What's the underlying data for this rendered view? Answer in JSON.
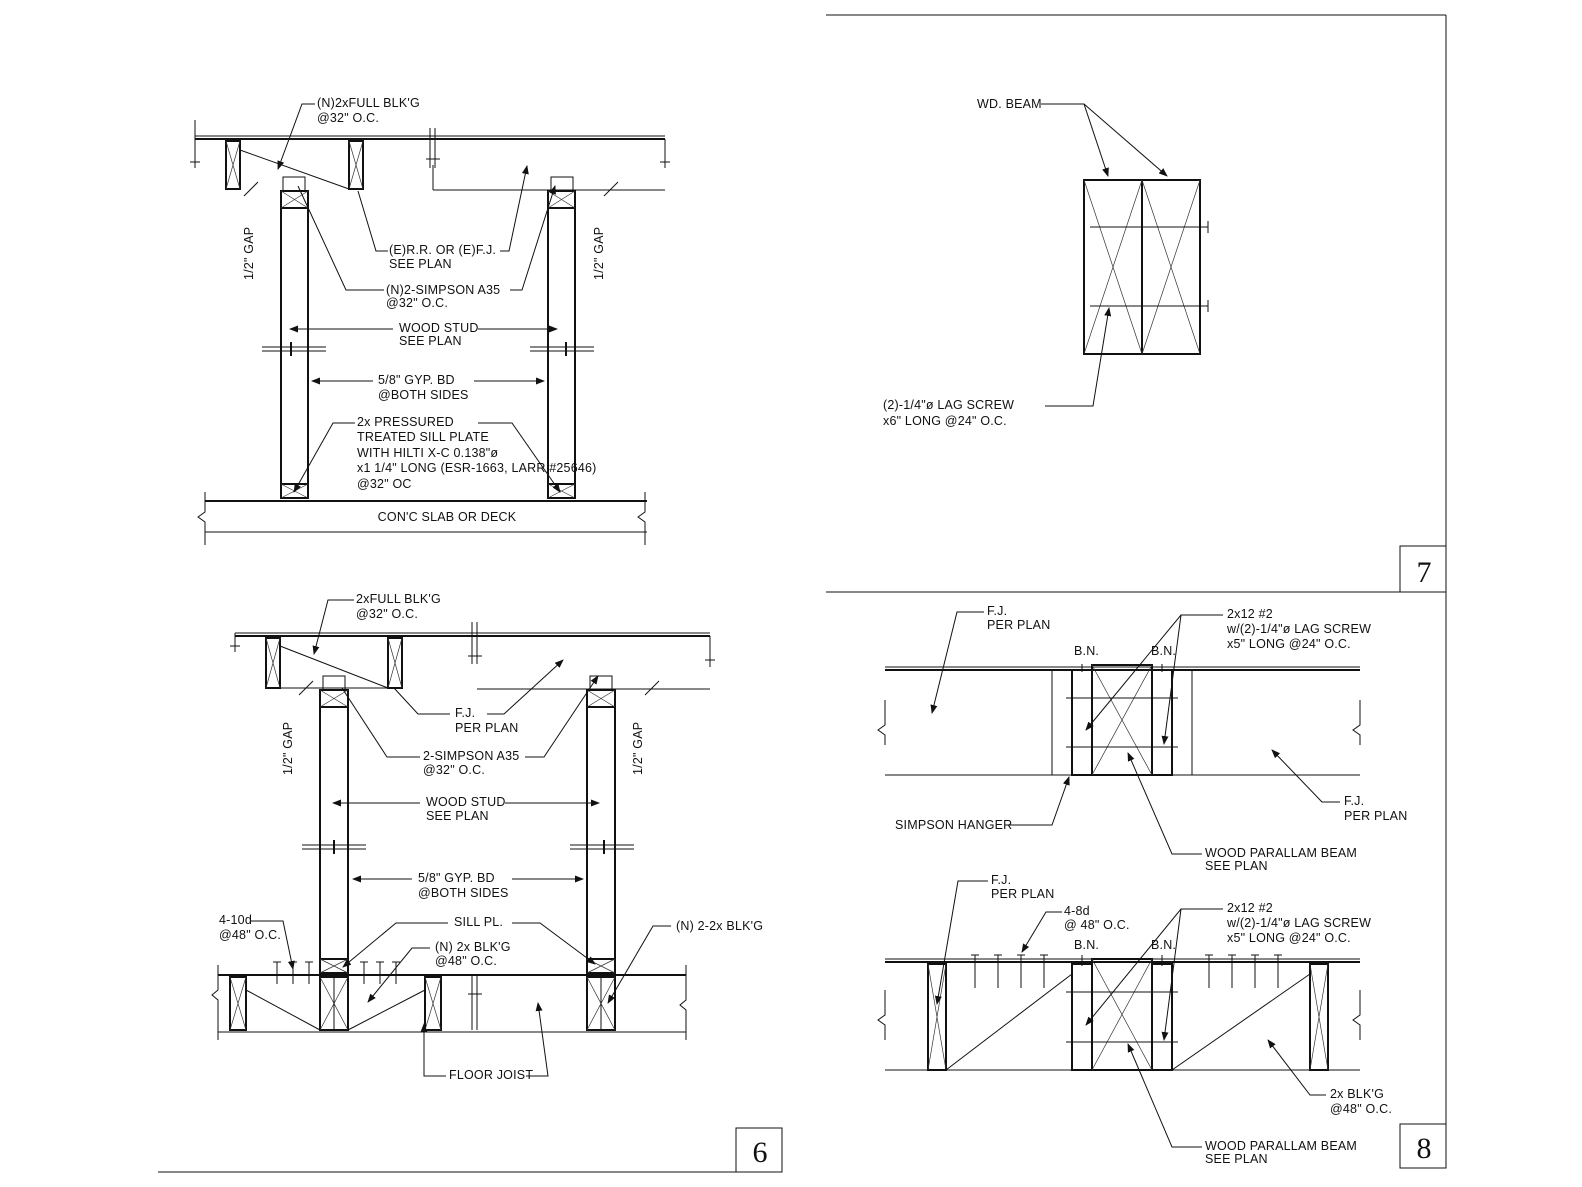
{
  "detail_6": {
    "number": "6",
    "upper": {
      "blocking": [
        "(N)2xFULL BLK'G",
        "@32\" O.C."
      ],
      "joist": [
        "(E)R.R. OR (E)F.J.",
        "SEE PLAN"
      ],
      "clip": [
        "(N)2-SIMPSON A35",
        "@32\" O.C."
      ],
      "stud": [
        "WOOD STUD",
        "SEE PLAN"
      ],
      "gyp": [
        "5/8\" GYP. BD",
        "@BOTH SIDES"
      ],
      "sill": [
        "2x PRESSURED",
        "TREATED SILL PLATE",
        "WITH HILTI X-C 0.138\"ø",
        "x1 1/4\" LONG (ESR-1663, LARR #25646)",
        "@32\" OC"
      ],
      "slab": "CON'C SLAB OR DECK",
      "gap_left": "1/2\" GAP",
      "gap_right": "1/2\" GAP"
    },
    "lower": {
      "blocking": [
        "2xFULL BLK'G",
        "@32\" O.C."
      ],
      "joist": [
        "F.J.",
        "PER PLAN"
      ],
      "clip": [
        "2-SIMPSON A35",
        "@32\" O.C."
      ],
      "stud": [
        "WOOD STUD",
        "SEE PLAN"
      ],
      "gyp": [
        "5/8\" GYP. BD",
        "@BOTH SIDES"
      ],
      "nails": [
        "4-10d",
        "@48\" O.C."
      ],
      "sill": "SILL PL.",
      "blk_n": [
        "(N) 2x BLK'G",
        "@48\" O.C."
      ],
      "blk_22": "(N) 2-2x BLK'G",
      "floor_joist": "FLOOR JOIST",
      "gap_left": "1/2\" GAP",
      "gap_right": "1/2\" GAP"
    }
  },
  "detail_7": {
    "number": "7",
    "beam": "WD. BEAM",
    "lag": [
      "(2)-1/4\"ø LAG SCREW",
      "x6\" LONG @24\" O.C."
    ]
  },
  "detail_8": {
    "number": "8",
    "upper": {
      "fj_left": [
        "F.J.",
        "PER PLAN"
      ],
      "bn_left": "B.N.",
      "bn_right": "B.N.",
      "header": [
        "2x12 #2",
        "w/(2)-1/4\"ø LAG SCREW",
        "x5\" LONG @24\" O.C."
      ],
      "hanger": "SIMPSON HANGER",
      "fj_right": [
        "F.J.",
        "PER PLAN"
      ],
      "beam": [
        "WOOD PARALLAM BEAM",
        "SEE PLAN"
      ]
    },
    "lower": {
      "fj_left": [
        "F.J.",
        "PER PLAN"
      ],
      "nails": [
        "4-8d",
        "@ 48\" O.C."
      ],
      "bn_left": "B.N.",
      "bn_right": "B.N.",
      "header": [
        "2x12 #2",
        "w/(2)-1/4\"ø LAG SCREW",
        "x5\" LONG @24\" O.C."
      ],
      "blk": [
        "2x BLK'G",
        "@48\" O.C."
      ],
      "beam": [
        "WOOD PARALLAM BEAM",
        "SEE PLAN"
      ]
    }
  }
}
